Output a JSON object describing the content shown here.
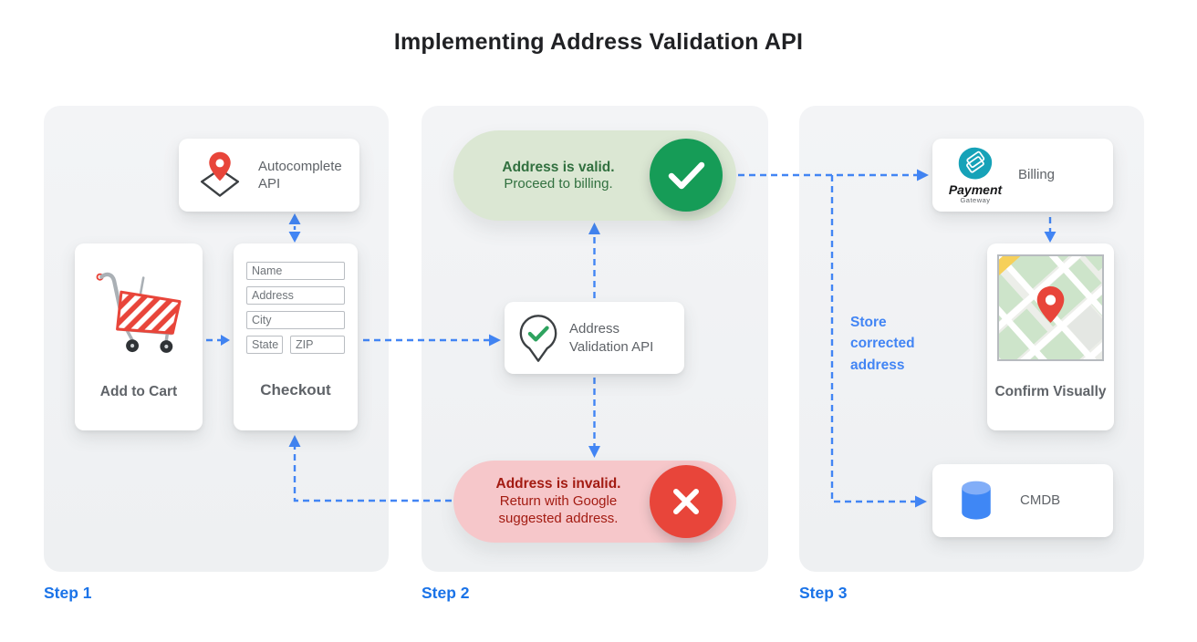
{
  "title": "Implementing Address Validation API",
  "steps": {
    "step1": {
      "label": "Step 1",
      "autocomplete_api": {
        "label": "Autocomplete API"
      },
      "add_to_cart": {
        "label": "Add to Cart"
      },
      "checkout": {
        "label": "Checkout",
        "fields": [
          "Name",
          "Address",
          "City",
          "State",
          "ZIP"
        ]
      }
    },
    "step2": {
      "label": "Step 2",
      "valid_result": {
        "title": "Address is valid.",
        "subtitle": "Proceed to billing."
      },
      "validation_api": {
        "label": "Address Validation API"
      },
      "invalid_result": {
        "title": "Address is invalid.",
        "subtitle": "Return with Google suggested address."
      }
    },
    "step3": {
      "label": "Step 3",
      "billing": {
        "label": "Billing",
        "logo_title": "Payment",
        "logo_subtitle": "Gateway"
      },
      "confirm_visually": {
        "label": "Confirm Visually"
      },
      "cmdb": {
        "label": "CMDB"
      },
      "annotation": "Store corrected address"
    }
  },
  "colors": {
    "arrow_blue": "#4285f4",
    "step_label_blue": "#1a73e8",
    "valid_green_badge": "#169c57",
    "valid_pill_bg": "#dbe7d3",
    "valid_text": "#31703f",
    "invalid_red_badge": "#e8453a",
    "invalid_pill_bg": "#f6c7ca",
    "invalid_text": "#a31b12",
    "card_text_gray": "#5f6368",
    "panel_bg": "#f1f3f4",
    "pin_red": "#e8453a",
    "cmdb_blue": "#3f87f5",
    "payment_teal": "#16a2b8"
  }
}
